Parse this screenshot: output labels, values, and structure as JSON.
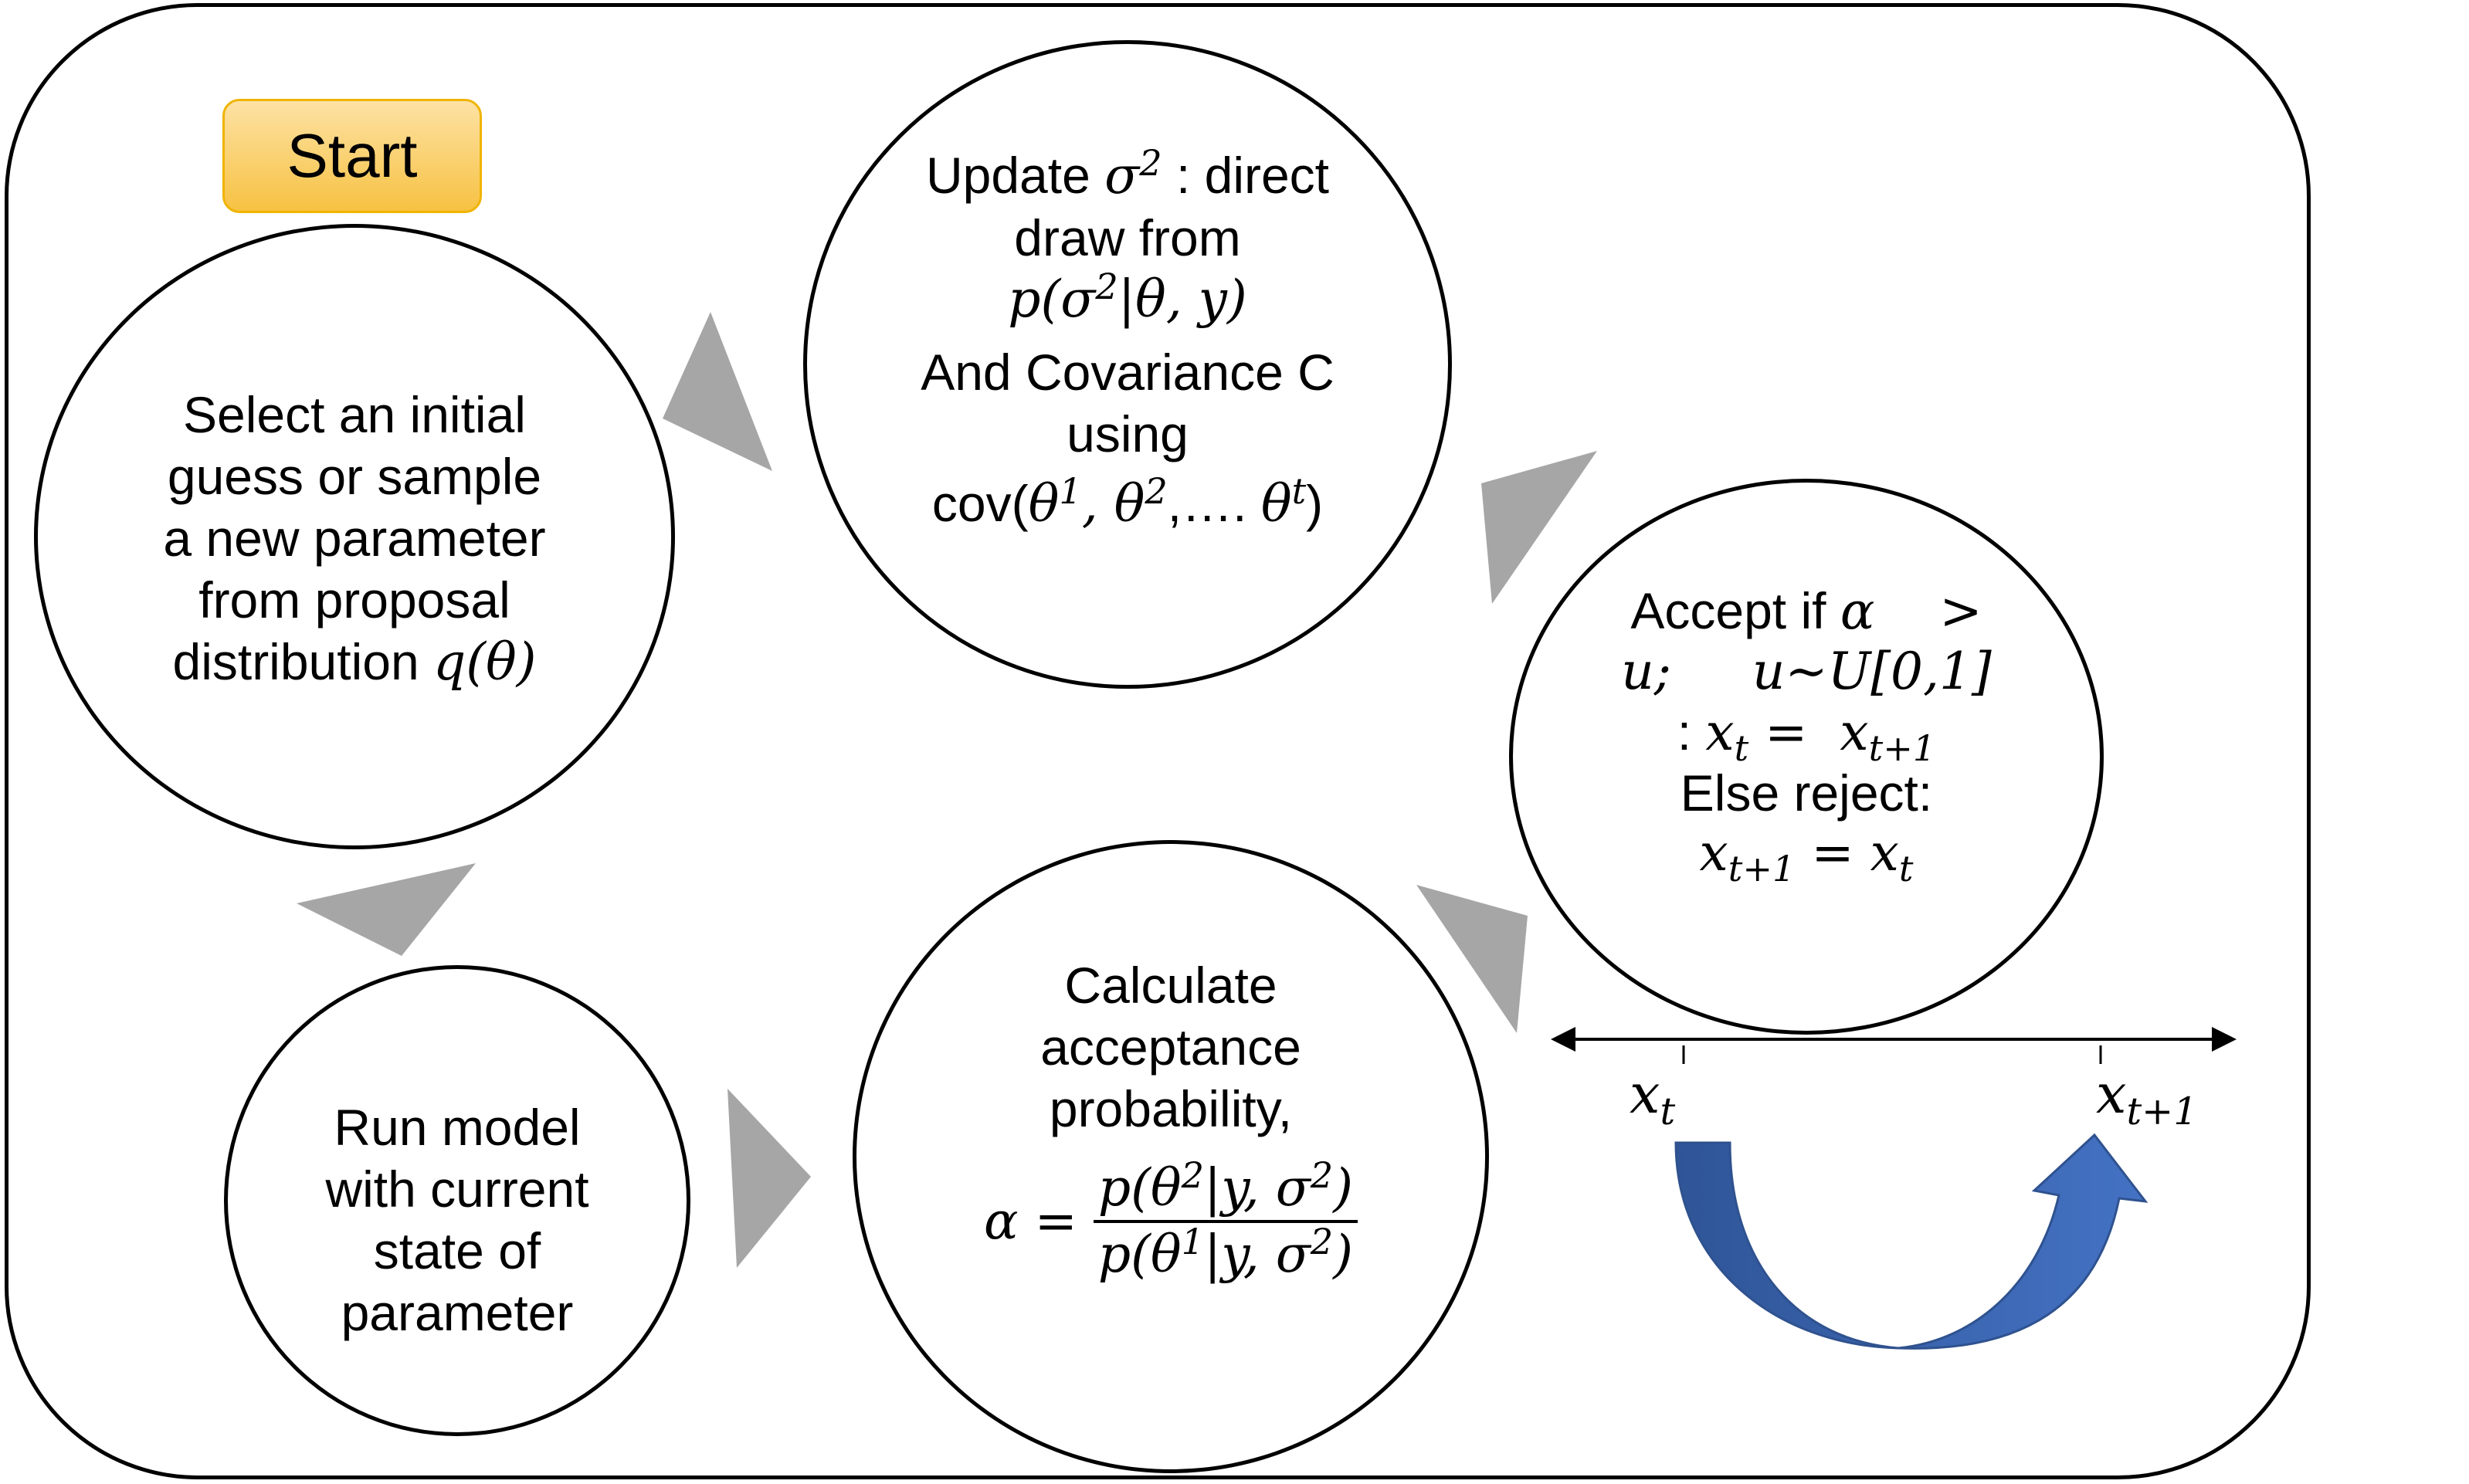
{
  "start_label": "Start",
  "select": {
    "line1": "Select an initial",
    "line2": "guess or sample",
    "line3": "a new parameter",
    "line4": "from proposal",
    "line5_text": "distribution",
    "line5_math": "q(θ)"
  },
  "update": {
    "line1_text": "Update",
    "line1_math": "σ",
    "line1_sup": "2",
    "line1_tail": ": direct",
    "line2": "draw from",
    "line3_math": "p(σ",
    "line3_sup": "2",
    "line3_tail": "|θ, y)",
    "line4": "And Covariance C",
    "line5": "using",
    "line6_prefix": "cov(",
    "theta1": "θ",
    "theta1_sup": "1",
    "theta2": ", θ",
    "theta2_sup": "2",
    "dots": ",…. ",
    "thetat": "θ",
    "thetat_sup": "t",
    "line6_close": ")"
  },
  "accept": {
    "line1_text": "Accept if",
    "line1_math": "α    >",
    "line2_math": "u;     u~U[0,1]",
    "line3_prefix": ": ",
    "line3_x": "x",
    "line3_sub1": "t",
    "line3_eq": " =  x",
    "line3_sub2": "t+1",
    "line4": "Else reject:",
    "line5_x": "x",
    "line5_sub1": "t+1",
    "line5_eq": " = x",
    "line5_sub2": "t"
  },
  "calc": {
    "line1": "Calculate",
    "line2": "acceptance",
    "line3": "probability,",
    "alpha": "α =",
    "num_a": "p(θ",
    "num_sup": "2",
    "num_b": "|y, σ",
    "num_sup2": "2",
    "num_c": ")",
    "den_a": "p(θ",
    "den_sup": "1",
    "den_b": "|y, σ",
    "den_sup2": "2",
    "den_c": ")"
  },
  "run": {
    "line1": "Run model",
    "line2": "with current",
    "line3": "state of",
    "line4": "parameter"
  },
  "axis": {
    "x_t": "x",
    "x_t_sub": "t",
    "x_t1": "x",
    "x_t1_sub": "t+1"
  },
  "colors": {
    "arrowhead": "#a6a6a6",
    "jump_arrow": "#3c68b6",
    "start_fill": "#f7c243"
  }
}
